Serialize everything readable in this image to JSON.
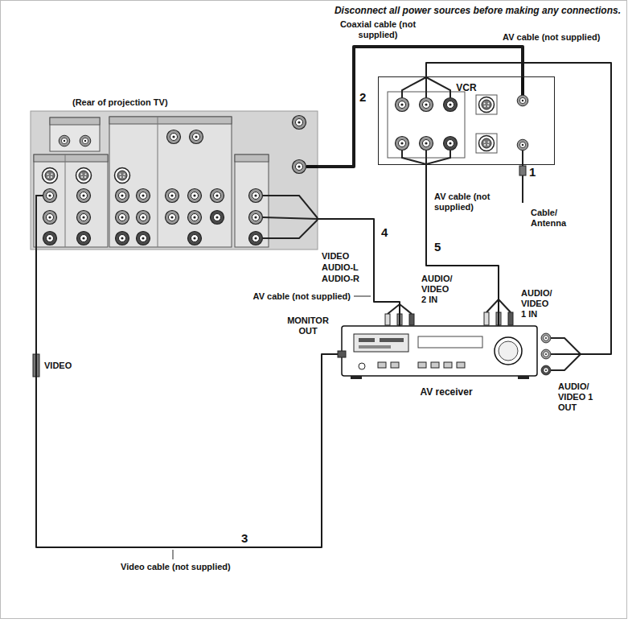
{
  "diagram": {
    "nodes": [
      {
        "text": [
          "(Rear of projection TV)"
        ]
      },
      {
        "text": [
          "VCR"
        ]
      },
      {
        "text": [
          "AV receiver"
        ]
      }
    ],
    "edges": [
      {
        "from": 1,
        "to": 0,
        "arrow": "none"
      },
      {
        "from": 1,
        "to": 2,
        "arrow": "none"
      },
      {
        "from": 0,
        "to": 2,
        "arrow": "none"
      },
      {
        "from": 1,
        "to": 2,
        "arrow": "none"
      },
      {
        "from": 0,
        "to": 2,
        "arrow": "none"
      }
    ],
    "labels": [
      "Disconnect all power sources before making any connections.",
      "Coaxial cable (not supplied)",
      "2",
      "AV cable (not supplied)",
      "1",
      "Cable/ Antenna",
      "4",
      "VIDEO",
      "AUDIO-L",
      "AUDIO-R",
      "AV cable (not supplied)",
      "5",
      "AUDIO/ VIDEO 2 IN",
      "AV cable (not supplied)",
      "AUDIO/ VIDEO 1 IN",
      "VIDEO",
      "MONITOR OUT",
      "3",
      "Video cable (not supplied)",
      "AUDIO/ VIDEO 1 OUT"
    ]
  }
}
